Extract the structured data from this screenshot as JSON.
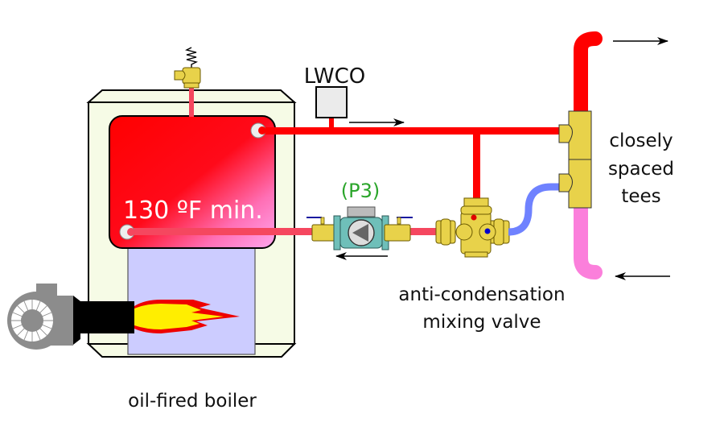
{
  "title": "Oil-fired boiler with anti-condensation mixing valve and closely spaced tees",
  "labels": {
    "lwco": "LWCO",
    "tank_temp": "130 ºF min.",
    "pump": "(P3)",
    "valve_line1": "anti-condensation",
    "valve_line2": "mixing valve",
    "tees_line1": "closely",
    "tees_line2": "spaced",
    "tees_line3": "tees",
    "boiler": "oil-fired boiler"
  },
  "components": {
    "relief_valve": "pressure-relief-valve",
    "low_water_cutoff": "lwco-box",
    "circulator": "circulator-pump",
    "mixing_valve": "thermostatic-mixing-valve",
    "tees": "closely-spaced-tees",
    "burner": "oil-burner"
  },
  "flow_arrows": {
    "supply_top": "right",
    "lwco_line": "right",
    "pump_line": "left",
    "return_bottom": "left"
  },
  "colors": {
    "hot_pipe": "#ff0000",
    "warm_pipe": "#f5475f",
    "cool_pipe": "#6f82ff",
    "return_pipe": "#fb7fdb",
    "brass": "#e8d24a",
    "cabinet": "#f6fbe6",
    "firebox": "#ccccff",
    "pump_label": "#2aa52a",
    "valve_hot_dot": "#e00000",
    "valve_cold_dot": "#0000cc"
  }
}
